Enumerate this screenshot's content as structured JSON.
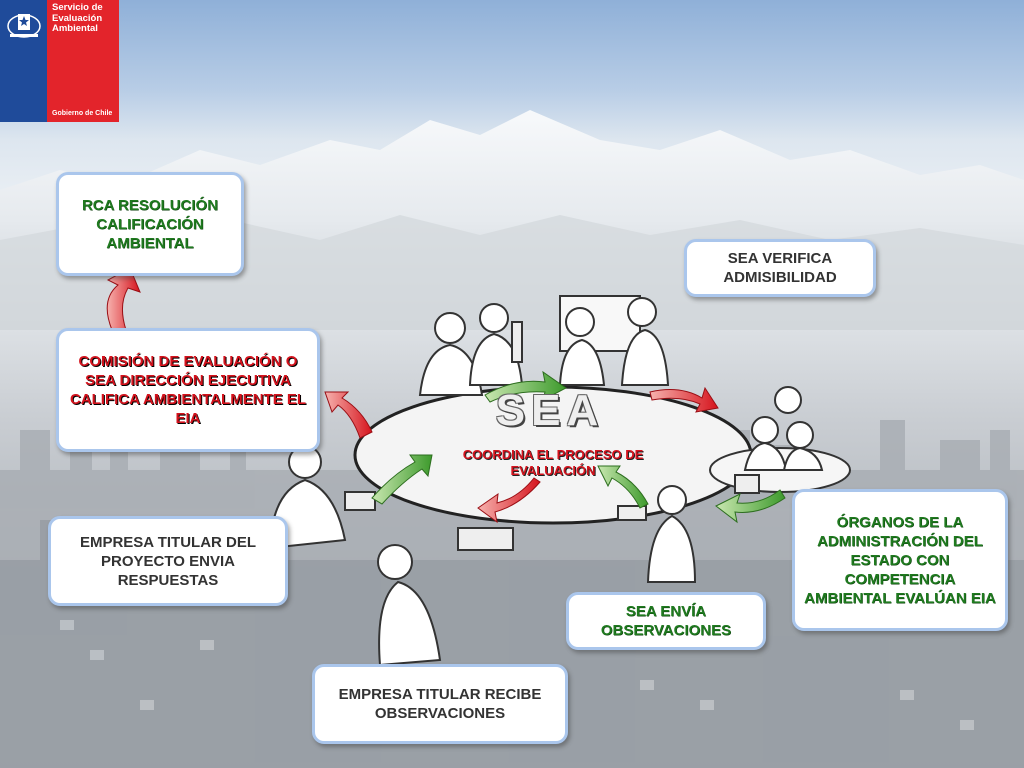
{
  "header": {
    "logo_title": "Servicio de Evaluación Ambiental",
    "logo_subtitle": "Gobierno de Chile",
    "colors": {
      "blue": "#1f4b9a",
      "red": "#e3242b"
    }
  },
  "center": {
    "title": "SEA",
    "subtitle": "COORDINA EL PROCESO DE EVALUACIÓN"
  },
  "boxes": {
    "rca": "RCA RESOLUCIÓN CALIFICACIÓN AMBIENTAL",
    "admisibilidad": "SEA VERIFICA ADMISIBILIDAD",
    "comision": "COMISIÓN DE EVALUACIÓN O SEA DIRECCIÓN EJECUTIVA CALIFICA AMBIENTALMENTE EL EIA",
    "organos": "ÓRGANOS DE LA ADMINISTRACIÓN DEL ESTADO CON COMPETENCIA AMBIENTAL EVALÚAN EIA",
    "empresa_respuestas": "EMPRESA TITULAR DEL PROYECTO ENVIA RESPUESTAS",
    "sea_envia": "SEA ENVÍA OBSERVACIONES",
    "empresa_recibe": "EMPRESA TITULAR RECIBE OBSERVACIONES"
  },
  "colors": {
    "green_text": "#1f7a1f",
    "red_text": "#d4131d",
    "box_border": "#aac6ec"
  }
}
